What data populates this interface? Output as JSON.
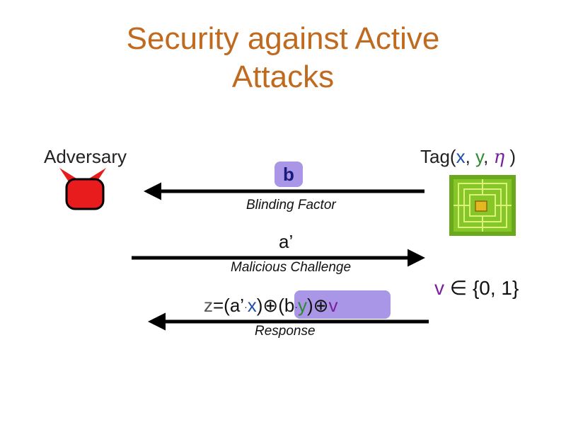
{
  "title": {
    "line1": "Security against Active",
    "line2": "Attacks"
  },
  "adversary": {
    "label": "Adversary",
    "icon": "devil-icon"
  },
  "tag": {
    "prefix": "Tag(",
    "x": "x",
    "sep1": ", ",
    "y": "y",
    "sep2": ", ",
    "eta": "η",
    "suffix": " )",
    "icon": "chip-icon"
  },
  "messages": {
    "b": "b",
    "blinding_caption": "Blinding Factor",
    "a_prime": "a’",
    "challenge_caption": "Malicious Challenge",
    "response_caption": "Response"
  },
  "formula": {
    "z": "z",
    "eq_open": "=(a’",
    "dot1": "·",
    "x": "x",
    "close_xor": ")⊕",
    "open_b": "(b",
    "dot2": "·",
    "y": "y",
    "close": ")",
    "xor2": "⊕",
    "v": "v"
  },
  "noise": {
    "v": "v",
    "rest": " ∈ {0, 1}"
  },
  "colors": {
    "title": "#c06a1f",
    "highlight": "#a996e6",
    "x": "#1f4fa8",
    "y": "#2f8a2f",
    "eta": "#7a1f9e",
    "v": "#7a1f9e",
    "adversary": "#e81c1c"
  }
}
